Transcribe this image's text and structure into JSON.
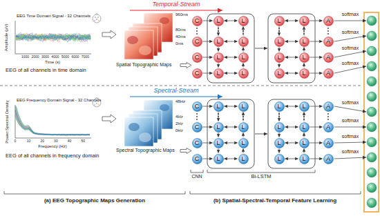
{
  "diagram": {
    "nodes": [
      {
        "text": [
          "C"
        ]
      },
      {
        "text": [
          "C"
        ]
      },
      {
        "text": [
          "C"
        ]
      },
      {
        "text": [
          "C"
        ]
      },
      {
        "text": [
          "L"
        ]
      },
      {
        "text": [
          "L"
        ]
      },
      {
        "text": [
          "L"
        ]
      },
      {
        "text": [
          "L"
        ]
      },
      {
        "text": [
          "L"
        ]
      },
      {
        "text": [
          "L"
        ]
      },
      {
        "text": [
          "L"
        ]
      },
      {
        "text": [
          "L"
        ]
      },
      {
        "text": [
          "L"
        ]
      },
      {
        "text": [
          "L"
        ]
      },
      {
        "text": [
          "L"
        ]
      },
      {
        "text": [
          "L"
        ]
      },
      {
        "text": [
          "L"
        ]
      },
      {
        "text": [
          "L"
        ]
      },
      {
        "text": [
          "L"
        ]
      },
      {
        "text": [
          "L"
        ]
      },
      {
        "text": [
          "A"
        ]
      },
      {
        "text": [
          "A"
        ]
      },
      {
        "text": [
          "A"
        ]
      },
      {
        "text": [
          "A"
        ]
      },
      {
        "text": [
          "C"
        ]
      },
      {
        "text": [
          "C"
        ]
      },
      {
        "text": [
          "C"
        ]
      },
      {
        "text": [
          "C"
        ]
      },
      {
        "text": [
          "L"
        ]
      },
      {
        "text": [
          "L"
        ]
      },
      {
        "text": [
          "L"
        ]
      },
      {
        "text": [
          "L"
        ]
      },
      {
        "text": [
          "L"
        ]
      },
      {
        "text": [
          "L"
        ]
      },
      {
        "text": [
          "L"
        ]
      },
      {
        "text": [
          "L"
        ]
      },
      {
        "text": [
          "L"
        ]
      },
      {
        "text": [
          "L"
        ]
      },
      {
        "text": [
          "L"
        ]
      },
      {
        "text": [
          "L"
        ]
      },
      {
        "text": [
          "L"
        ]
      },
      {
        "text": [
          "L"
        ]
      },
      {
        "text": [
          "L"
        ]
      },
      {
        "text": [
          "L"
        ]
      },
      {
        "text": [
          "A"
        ]
      },
      {
        "text": [
          "A"
        ]
      },
      {
        "text": [
          "A"
        ]
      },
      {
        "text": [
          "A"
        ]
      }
    ],
    "edges": [
      {
        "from": 0,
        "to": 4,
        "arrow": "to"
      },
      {
        "from": 1,
        "to": 5,
        "arrow": "to"
      },
      {
        "from": 2,
        "to": 6,
        "arrow": "to"
      },
      {
        "from": 3,
        "to": 7,
        "arrow": "to"
      },
      {
        "from": 4,
        "to": 5,
        "arrow": "to"
      },
      {
        "from": 5,
        "to": 6,
        "arrow": "to"
      },
      {
        "from": 6,
        "to": 7,
        "arrow": "to"
      },
      {
        "from": 9,
        "to": 8,
        "arrow": "to"
      },
      {
        "from": 10,
        "to": 9,
        "arrow": "to"
      },
      {
        "from": 11,
        "to": 10,
        "arrow": "to"
      },
      {
        "from": 4,
        "to": 8,
        "arrow": "both"
      },
      {
        "from": 5,
        "to": 9,
        "arrow": "both"
      },
      {
        "from": 6,
        "to": 10,
        "arrow": "both"
      },
      {
        "from": 7,
        "to": 11,
        "arrow": "both"
      },
      {
        "from": 12,
        "to": 13,
        "arrow": "to"
      },
      {
        "from": 13,
        "to": 14,
        "arrow": "to"
      },
      {
        "from": 14,
        "to": 15,
        "arrow": "to"
      },
      {
        "from": 17,
        "to": 16,
        "arrow": "to"
      },
      {
        "from": 18,
        "to": 17,
        "arrow": "to"
      },
      {
        "from": 19,
        "to": 18,
        "arrow": "to"
      },
      {
        "from": 12,
        "to": 16,
        "arrow": "both"
      },
      {
        "from": 13,
        "to": 17,
        "arrow": "both"
      },
      {
        "from": 14,
        "to": 18,
        "arrow": "both"
      },
      {
        "from": 15,
        "to": 19,
        "arrow": "both"
      },
      {
        "from": 16,
        "to": 20,
        "arrow": "to"
      },
      {
        "from": 17,
        "to": 21,
        "arrow": "to"
      },
      {
        "from": 18,
        "to": 22,
        "arrow": "to"
      },
      {
        "from": 19,
        "to": 23,
        "arrow": "to"
      },
      {
        "from": 24,
        "to": 28,
        "arrow": "to"
      },
      {
        "from": 25,
        "to": 29,
        "arrow": "to"
      },
      {
        "from": 26,
        "to": 30,
        "arrow": "to"
      },
      {
        "from": 27,
        "to": 31,
        "arrow": "to"
      },
      {
        "from": 28,
        "to": 29,
        "arrow": "to"
      },
      {
        "from": 29,
        "to": 30,
        "arrow": "to"
      },
      {
        "from": 30,
        "to": 31,
        "arrow": "to"
      },
      {
        "from": 33,
        "to": 32,
        "arrow": "to"
      },
      {
        "from": 34,
        "to": 33,
        "arrow": "to"
      },
      {
        "from": 35,
        "to": 34,
        "arrow": "to"
      },
      {
        "from": 28,
        "to": 32,
        "arrow": "both"
      },
      {
        "from": 29,
        "to": 33,
        "arrow": "both"
      },
      {
        "from": 30,
        "to": 34,
        "arrow": "both"
      },
      {
        "from": 31,
        "to": 35,
        "arrow": "both"
      },
      {
        "from": 36,
        "to": 37,
        "arrow": "to"
      },
      {
        "from": 37,
        "to": 38,
        "arrow": "to"
      },
      {
        "from": 38,
        "to": 39,
        "arrow": "to"
      },
      {
        "from": 41,
        "to": 40,
        "arrow": "to"
      },
      {
        "from": 42,
        "to": 41,
        "arrow": "to"
      },
      {
        "from": 43,
        "to": 42,
        "arrow": "to"
      },
      {
        "from": 36,
        "to": 40,
        "arrow": "both"
      },
      {
        "from": 37,
        "to": 41,
        "arrow": "both"
      },
      {
        "from": 38,
        "to": 42,
        "arrow": "both"
      },
      {
        "from": 39,
        "to": 43,
        "arrow": "both"
      },
      {
        "from": 40,
        "to": 44,
        "arrow": "to"
      },
      {
        "from": 41,
        "to": 45,
        "arrow": "to"
      },
      {
        "from": 42,
        "to": 46,
        "arrow": "to"
      },
      {
        "from": 43,
        "to": 47,
        "arrow": "to"
      }
    ],
    "labels": [
      "Temporal-Stream",
      "EEG Time Domain Signal - 32 Channels",
      "Amplitude (µV)",
      "1000",
      "2000",
      "3000",
      "4000",
      "5000",
      "6000",
      "7000",
      "Time (s)",
      "EEG of all channels in time domain",
      "960ms",
      "80ms",
      "40ms",
      "0ms",
      "Spatial Topographic Maps",
      "softmax",
      "softmax",
      "softmax",
      "softmax",
      "Spectral-Stream",
      "EEG Frequency Domain Signal - 32 Channels",
      "Power Spectral Density",
      "0",
      "10",
      "20",
      "30",
      "40",
      "50",
      "Frequency (Hz)",
      "EEG of all channels in frequency domain",
      "48Hz",
      "4Hz",
      "2Hz",
      "0Hz",
      "Spectral Topographic Maps",
      "softmax",
      "softmax",
      "softmax",
      "softmax",
      "CNN",
      "Bi-LSTM",
      "(a) EEG Topographic Maps Generation",
      "(b) Spatial-Spectral-Temporal Feature Learning"
    ]
  }
}
